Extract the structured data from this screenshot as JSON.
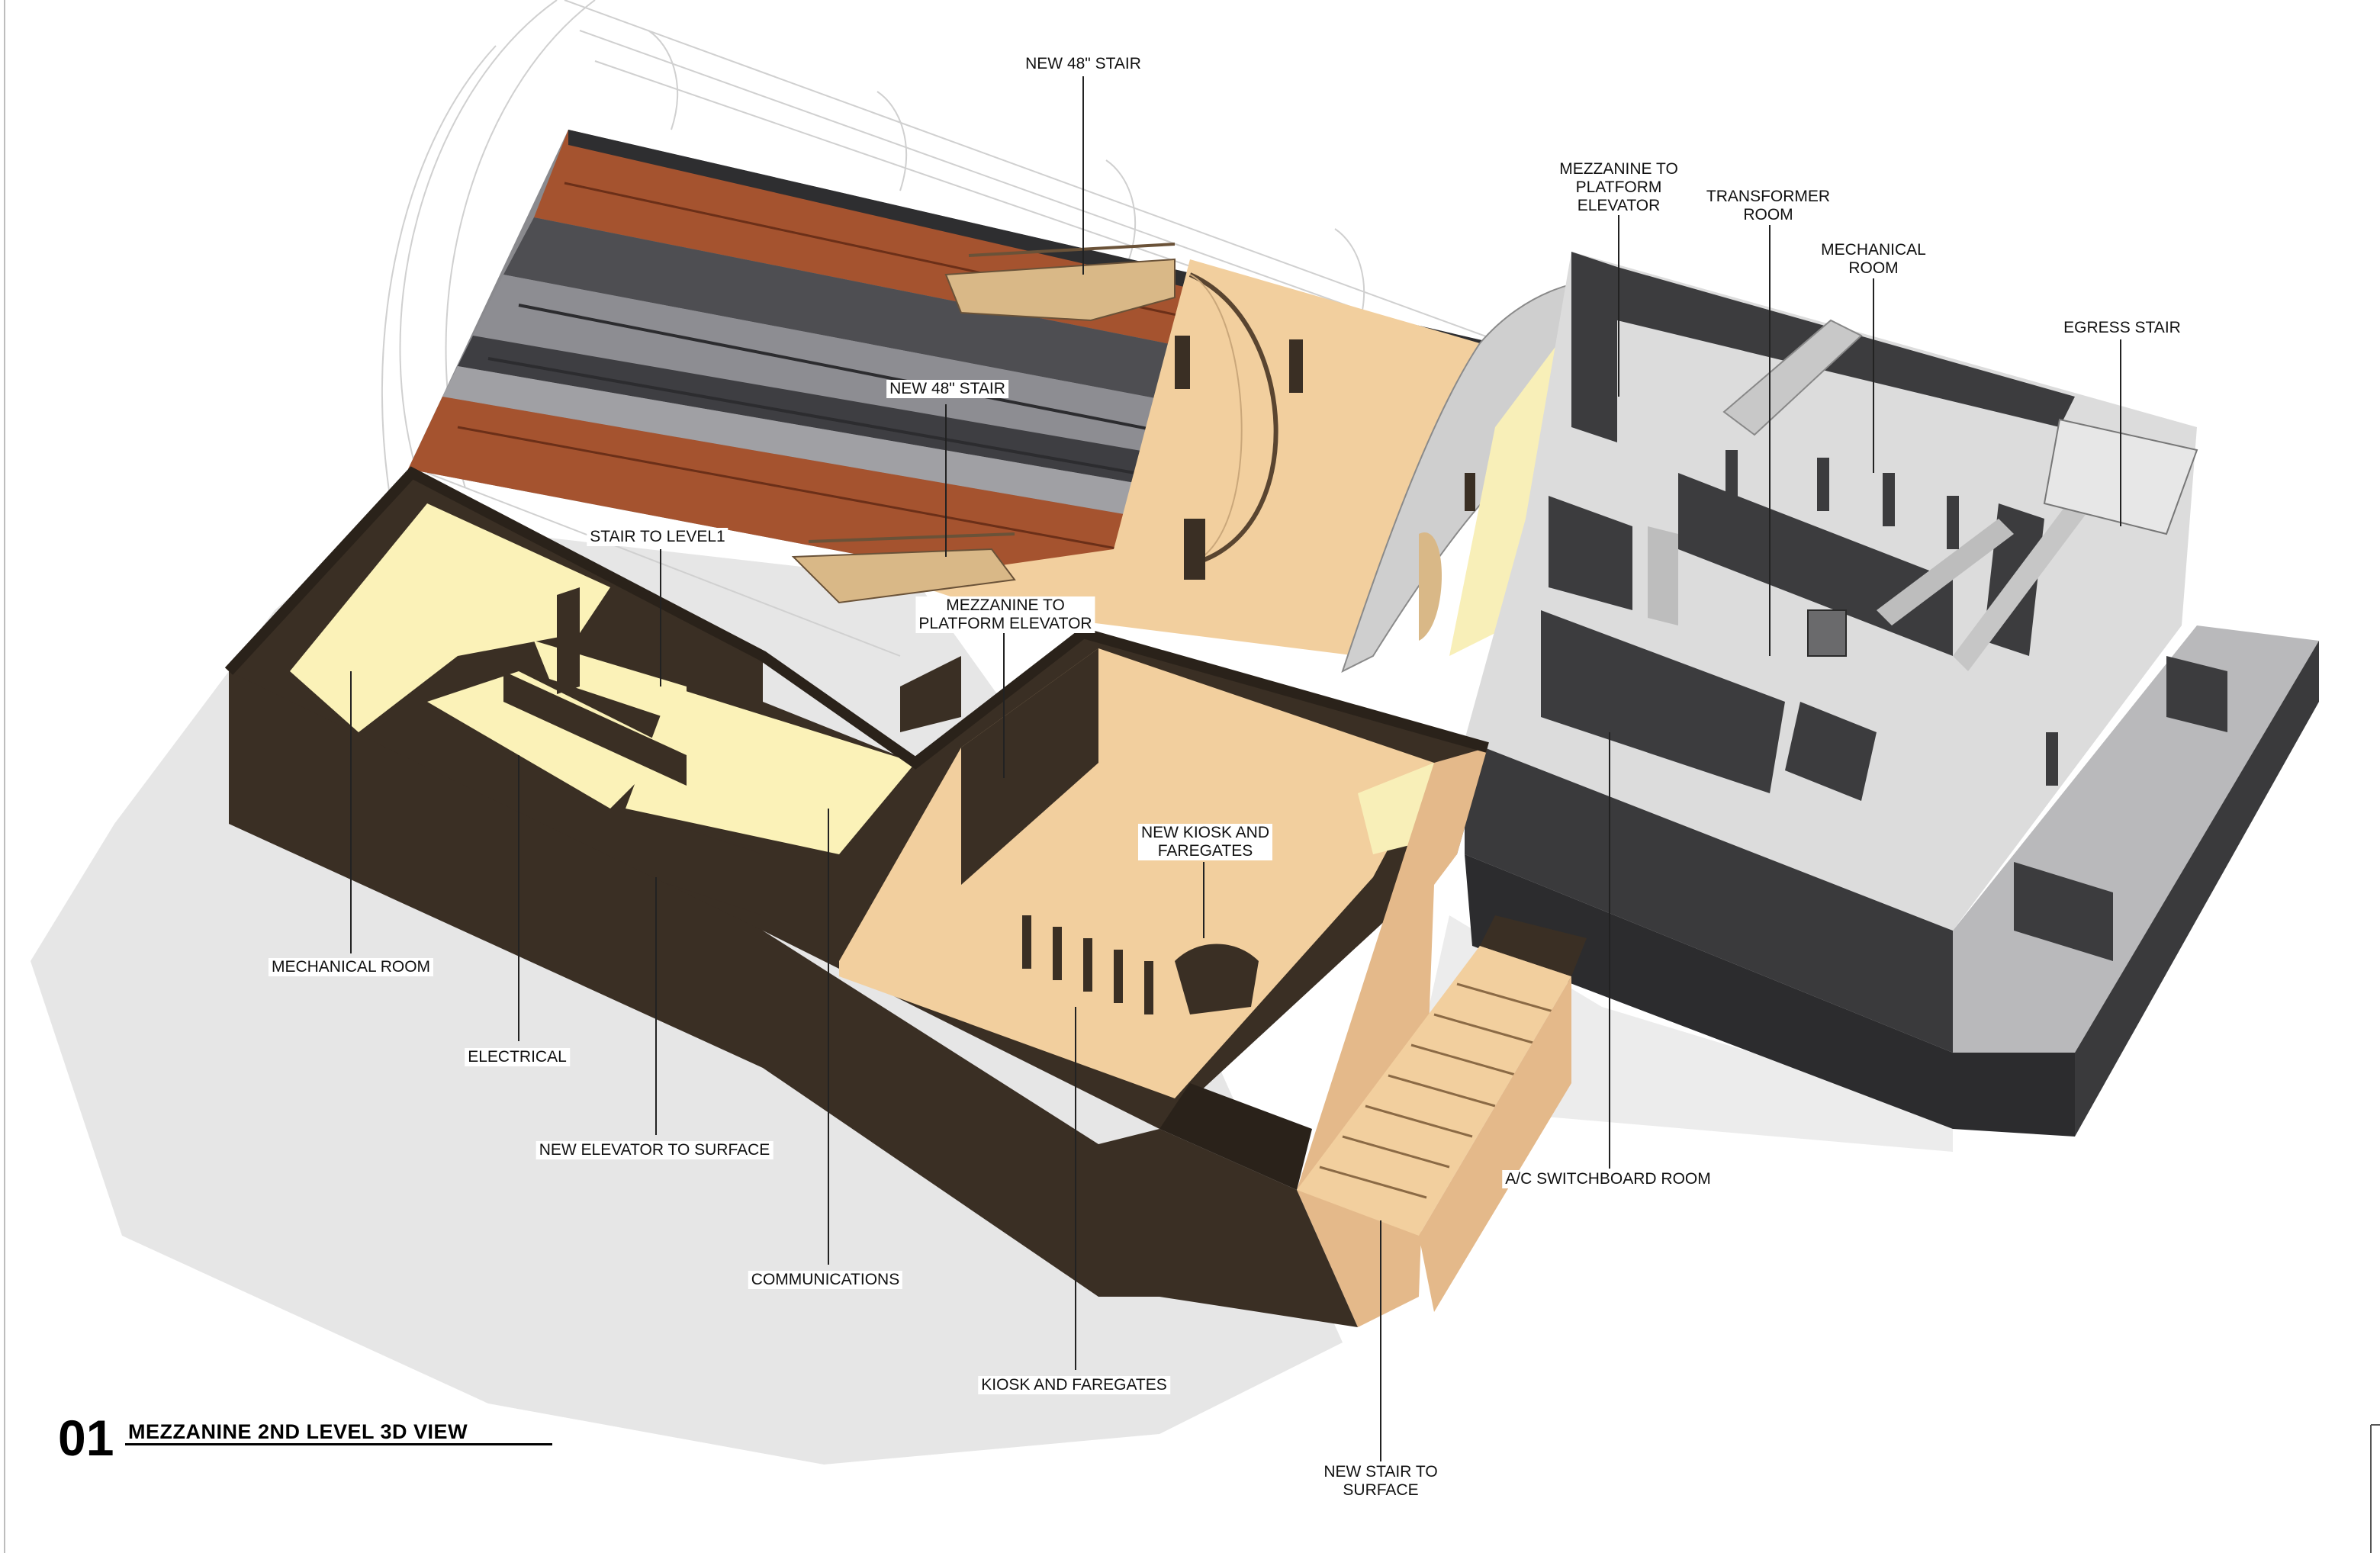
{
  "title": {
    "number": "01",
    "text": "MEZZANINE 2ND LEVEL 3D VIEW"
  },
  "labels": {
    "new_48_stair_top": "NEW 48\" STAIR",
    "new_48_stair_mid": "NEW 48\" STAIR",
    "stair_to_level1": "STAIR TO LEVEL1",
    "mezz_platform_elevator_center": "MEZZANINE TO\nPLATFORM ELEVATOR",
    "mezz_platform_elevator_right": "MEZZANINE TO\nPLATFORM\nELEVATOR",
    "transformer_room": "TRANSFORMER\nROOM",
    "mechanical_room_right": "MECHANICAL\nROOM",
    "egress_stair": "EGRESS STAIR",
    "new_kiosk_faregates": "NEW KIOSK AND\nFAREGATES",
    "mechanical_room_left": "MECHANICAL ROOM",
    "electrical": "ELECTRICAL",
    "new_elevator_surface": "NEW ELEVATOR TO SURFACE",
    "communications": "COMMUNICATIONS",
    "kiosk_faregates": "KIOSK AND FAREGATES",
    "ac_switchboard": "A/C SWITCHBOARD ROOM",
    "new_stair_surface": "NEW STAIR TO\nSURFACE"
  },
  "colors": {
    "dark_wall": "#3a2f24",
    "tan_floor": "#f2cf9e",
    "pale_yellow_floor": "#fbf2b8",
    "platform_red": "#a5532f",
    "track_gray": "#6f6f73",
    "gray_block": "#dcdcdc",
    "gray_dark_wall": "#3c3c3e",
    "shadow": "#e6e6e6"
  }
}
